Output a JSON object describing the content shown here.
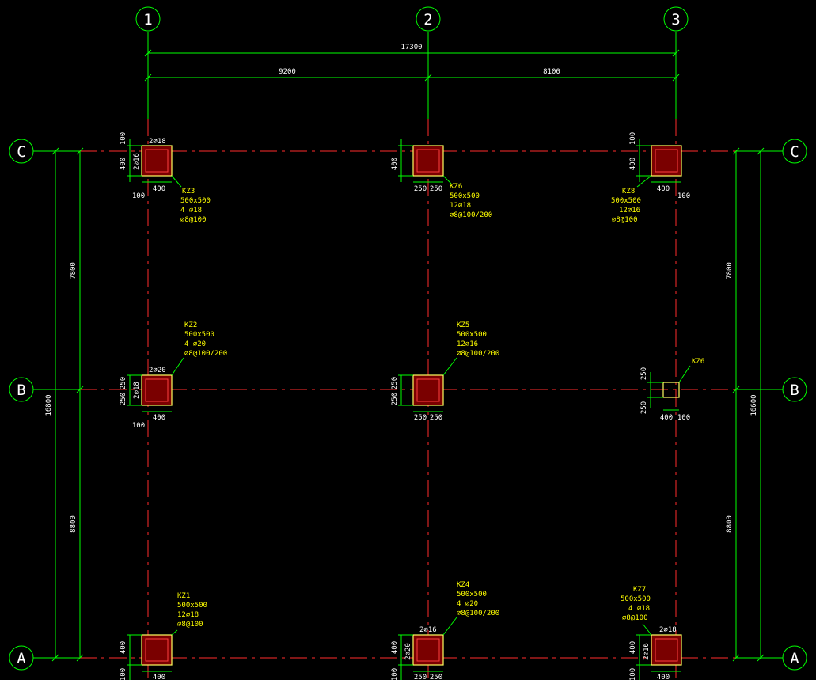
{
  "grid_bubbles": {
    "x": [
      "1",
      "2",
      "3"
    ],
    "y": [
      "C",
      "B",
      "A"
    ]
  },
  "top_dims": {
    "overall": "17300",
    "span_1_2": "9200",
    "span_2_3": "8100"
  },
  "left_dims": {
    "overall": "16800",
    "span_c_b": "7800",
    "span_b_a": "8800"
  },
  "right_dims": {
    "overall": "16600",
    "span_c_b": "7800",
    "span_b_a": "8800"
  },
  "columns": [
    {
      "id": "c1",
      "tag": "KZ3",
      "size": "500x500",
      "rebar": "4 ⌀18",
      "stirrup": "⌀8@100",
      "side_rebar_top": "2⌀18",
      "side_rebar_left": "2⌀16",
      "dims": [
        "100",
        "400",
        "400",
        "100"
      ]
    },
    {
      "id": "c2",
      "tag": "KZ6",
      "size": "500x500",
      "rebar": "12⌀18",
      "stirrup": "⌀8@100/200",
      "dims": [
        "400",
        "250",
        "250"
      ]
    },
    {
      "id": "c3",
      "tag": "KZ8",
      "size": "500x500",
      "rebar": "12⌀16",
      "stirrup": "⌀8@100",
      "dims": [
        "100",
        "400",
        "400",
        "100"
      ]
    },
    {
      "id": "c4",
      "tag": "KZ2",
      "size": "500x500",
      "rebar": "4 ⌀20",
      "stirrup": "⌀8@100/200",
      "side_rebar_top": "2⌀20",
      "side_rebar_left": "2⌀18",
      "dims": [
        "250",
        "250",
        "400",
        "100"
      ]
    },
    {
      "id": "c5",
      "tag": "KZ5",
      "size": "500x500",
      "rebar": "12⌀16",
      "stirrup": "⌀8@100/200",
      "dims": [
        "250",
        "250",
        "250",
        "250"
      ]
    },
    {
      "id": "c6",
      "tag": "KZ6",
      "dims": [
        "250",
        "250",
        "400",
        "100"
      ]
    },
    {
      "id": "c7",
      "tag": "KZ1",
      "size": "500x500",
      "rebar": "12⌀18",
      "stirrup": "⌀8@100",
      "dims": [
        "400",
        "100",
        "400"
      ]
    },
    {
      "id": "c8",
      "tag": "KZ4",
      "size": "500x500",
      "rebar": "4 ⌀20",
      "stirrup": "⌀8@100/200",
      "side_rebar_top": "2⌀16",
      "side_rebar_left": "2⌀20",
      "dims": [
        "400",
        "100",
        "250",
        "250"
      ]
    },
    {
      "id": "c9",
      "tag": "KZ7",
      "size": "500x500",
      "rebar": "4 ⌀18",
      "stirrup": "⌀8@100",
      "side_rebar_top": "2⌀18",
      "side_rebar_left": "2⌀16",
      "dims": [
        "400",
        "100",
        "400"
      ]
    }
  ],
  "colors": {
    "axis": "#ff2b2b",
    "dimension": "#00ff00",
    "annotation": "#ffff00",
    "text": "#ffffff",
    "background": "#000000"
  }
}
